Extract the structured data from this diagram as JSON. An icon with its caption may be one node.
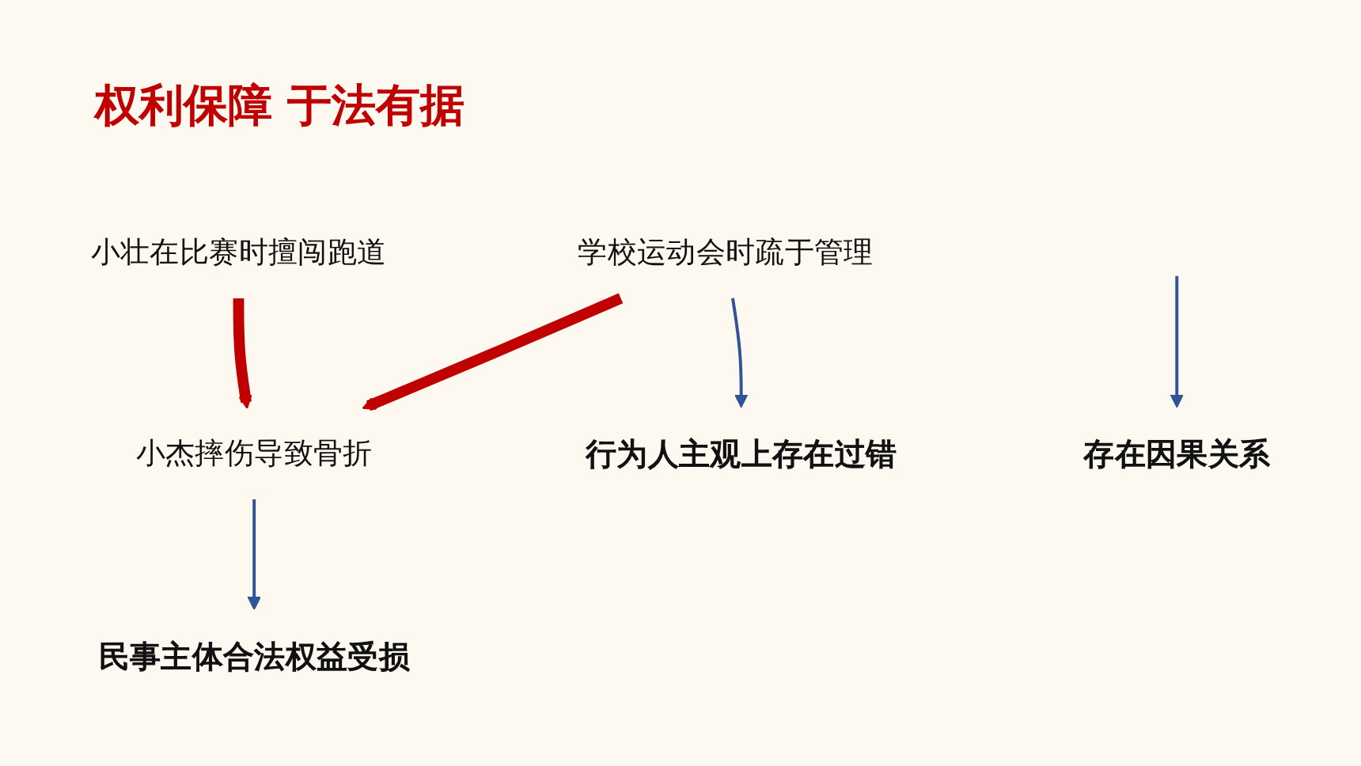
{
  "diagram": {
    "title": "权利保障 于法有据",
    "nodes": [
      {
        "text": [
          "小壮在比赛时擅闯跑道"
        ]
      },
      {
        "text": [
          "学校运动会时疏于管理"
        ]
      },
      {
        "text": [
          "小杰摔伤导致骨折"
        ]
      },
      {
        "text": [
          "行为人主观上存在过错"
        ]
      },
      {
        "text": [
          "存在因果关系"
        ]
      },
      {
        "text": [
          "民事主体合法权益受损"
        ]
      }
    ],
    "edges": [
      {
        "from": 0,
        "to": 2,
        "arrow": "to",
        "style": "thick",
        "color": "#c00000"
      },
      {
        "from": 1,
        "to": 2,
        "arrow": "to",
        "style": "thick",
        "color": "#c00000"
      },
      {
        "from": 1,
        "to": 3,
        "arrow": "to"
      },
      {
        "from": null,
        "to": 4,
        "arrow": "to"
      },
      {
        "from": 2,
        "to": 5,
        "arrow": "to"
      }
    ]
  }
}
